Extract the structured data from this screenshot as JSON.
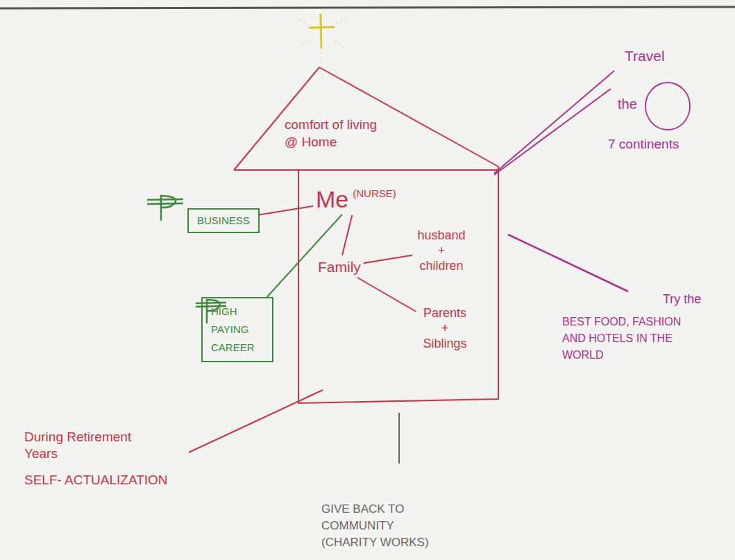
{
  "diagram": {
    "nodes": [
      {
        "text": [
          "comfort of living @ Home"
        ]
      },
      {
        "text": [
          "Me",
          "(NURSE)"
        ],
        "in": 0
      },
      {
        "text": [
          "Family"
        ],
        "in": 0
      },
      {
        "text": [
          "husband + children"
        ],
        "in": 0
      },
      {
        "text": [
          "Parents + Siblings"
        ],
        "in": 0
      },
      {
        "text": [
          "BUSINESS"
        ]
      },
      {
        "text": [
          "HIGH PAYING CAREER"
        ]
      }
    ],
    "edges": [
      {
        "from": 1,
        "to": 2,
        "arrow": "none"
      },
      {
        "from": 2,
        "to": 3,
        "arrow": "none"
      },
      {
        "from": 2,
        "to": 4,
        "arrow": "none"
      },
      {
        "from": 5,
        "to": 1,
        "arrow": "none"
      },
      {
        "from": 6,
        "to": 1,
        "arrow": "none"
      }
    ],
    "labels": [
      "Travel",
      "the",
      "7 continents",
      "Try the",
      "BEST FOOD, FASHION AND HOTELS IN THE WORLD",
      "During Retirement Years",
      "SELF- ACTUALIZATION",
      "GIVE BACK TO COMMUNITY (CHARITY WORKS)"
    ]
  }
}
